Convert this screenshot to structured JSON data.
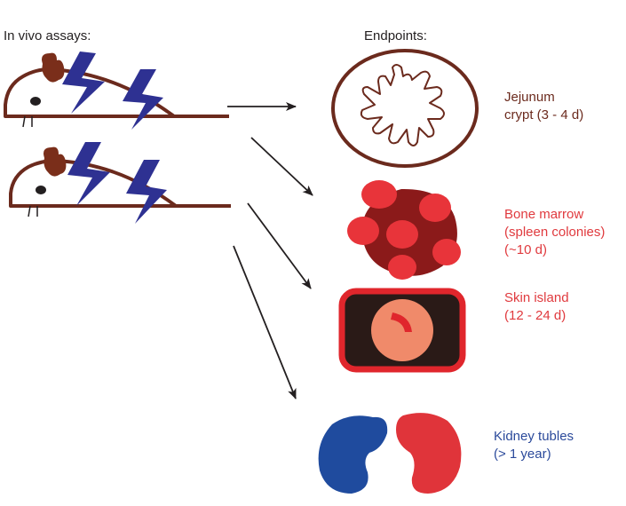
{
  "headers": {
    "left": "In vivo assays:",
    "right": "Endpoints:"
  },
  "endpoints": [
    {
      "label": "Jejunum\ncrypt (3 - 4 d)",
      "color": "#6b2a1d",
      "icon": "jejunum-crypt-icon"
    },
    {
      "label": "Bone marrow\n(spleen colonies)\n(~10 d)",
      "color": "#e03a3e",
      "icon": "bone-marrow-icon"
    },
    {
      "label": "Skin island\n(12 - 24 d)",
      "color": "#e03a3e",
      "icon": "skin-island-icon"
    },
    {
      "label": "Kidney tubles\n(> 1 year)",
      "color": "#2b4a9b",
      "icon": "kidney-icon"
    }
  ],
  "colors": {
    "mouse_outline": "#6b2a1d",
    "mouse_ear": "#7a2e1a",
    "lightning": "#2e3192",
    "arrow": "#231f20",
    "crypt": "#6b2a1d",
    "marrow_core": "#8b1a1a",
    "marrow_colony": "#e8343a",
    "skin_frame": "#e0262c",
    "skin_bg": "#2a1a17",
    "skin_island": "#f08a6a",
    "skin_mark": "#e0262c",
    "kidney_left": "#1f4b9e",
    "kidney_right": "#e0343a"
  }
}
